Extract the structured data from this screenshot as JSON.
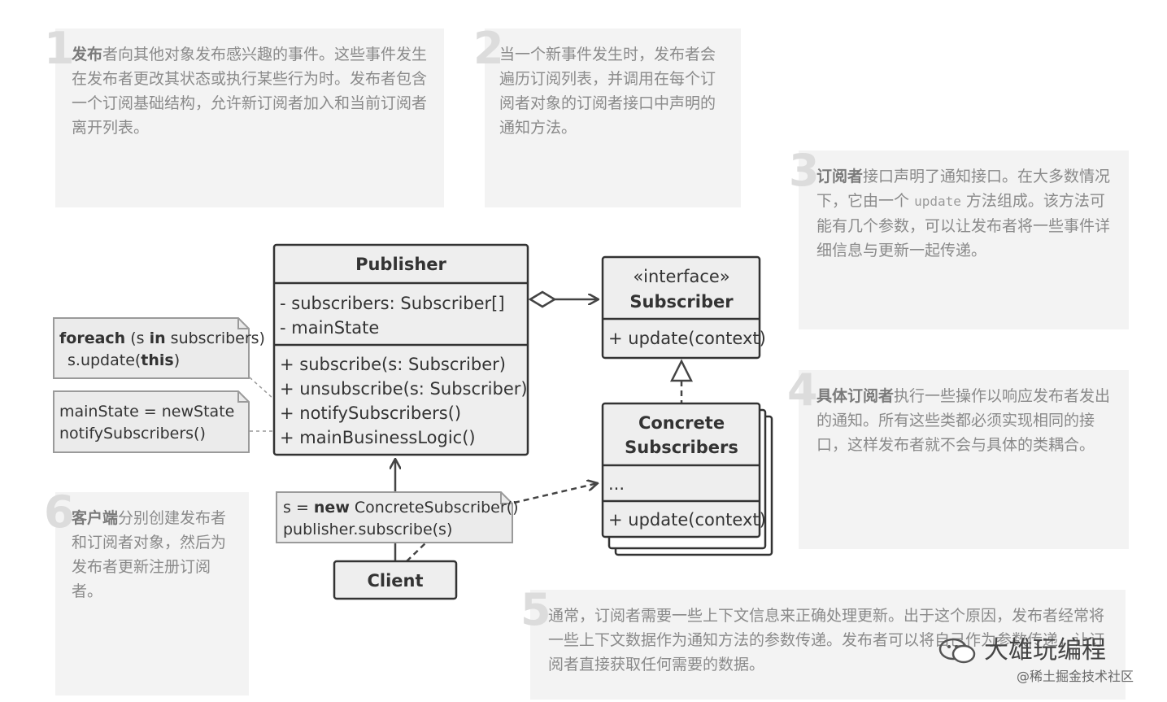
{
  "notes": [
    {
      "num": "1",
      "bold": "发布",
      "rest": "者向其他对象发布感兴趣的事件。这些事件发生在发布者更改其状态或执行某些行为时。发布者包含一个订阅基础结构，允许新订阅者加入和当前订阅者离开列表。"
    },
    {
      "num": "2",
      "bold": "",
      "rest": "当一个新事件发生时，发布者会遍历订阅列表，并调用在每个订阅者对象的订阅者接口中声明的通知方法。"
    },
    {
      "num": "3",
      "bold": "订阅者",
      "rest_a": "接口声明了通知接口。在大多数情况下，它由一个",
      "code": "update",
      "rest_b": "方法组成。该方法可能有几个参数，可以让发布者将一些事件详细信息与更新一起传递。"
    },
    {
      "num": "4",
      "bold": "具体订阅者",
      "rest": "执行一些操作以响应发布者发出的通知。所有这些类都必须实现相同的接口，这样发布者就不会与具体的类耦合。"
    },
    {
      "num": "5",
      "bold": "",
      "rest": "通常，订阅者需要一些上下文信息来正确处理更新。出于这个原因，发布者经常将一些上下文数据作为通知方法的参数传递。发布者可以将自己作为参数传递，让订阅者直接获取任何需要的数据。"
    },
    {
      "num": "6",
      "bold": "客户端",
      "rest": "分别创建发布者和订阅者对象，然后为发布者更新注册订阅者。"
    }
  ],
  "publisher": {
    "title": "Publisher",
    "fields": [
      "- subscribers: Subscriber[]",
      "- mainState"
    ],
    "methods": [
      "+ subscribe(s: Subscriber)",
      "+ unsubscribe(s: Subscriber)",
      "+ notifySubscribers()",
      "+ mainBusinessLogic()"
    ]
  },
  "subscriber": {
    "stereotype": "«interface»",
    "title": "Subscriber",
    "methods": [
      "+ update(context)"
    ]
  },
  "concrete": {
    "title_line1": "Concrete",
    "title_line2": "Subscribers",
    "fields": [
      "..."
    ],
    "methods": [
      "+ update(context)"
    ]
  },
  "client": {
    "title": "Client"
  },
  "code_notes": {
    "foreach": {
      "kw1": "foreach",
      "mid": " (s ",
      "kw2": "in",
      "end": " subscribers)",
      "line2_pre": "s.update(",
      "line2_kw": "this",
      "line2_end": ")"
    },
    "notify": {
      "line1": "mainState = newState",
      "line2": "notifySubscribers()"
    },
    "client": {
      "line1_pre": "s = ",
      "line1_kw": "new",
      "line1_end": " ConcreteSubscriber()",
      "line2": "publisher.subscribe(s)"
    }
  },
  "watermark": {
    "brand": "大雄玩编程",
    "source": "@稀土掘金技术社区"
  }
}
